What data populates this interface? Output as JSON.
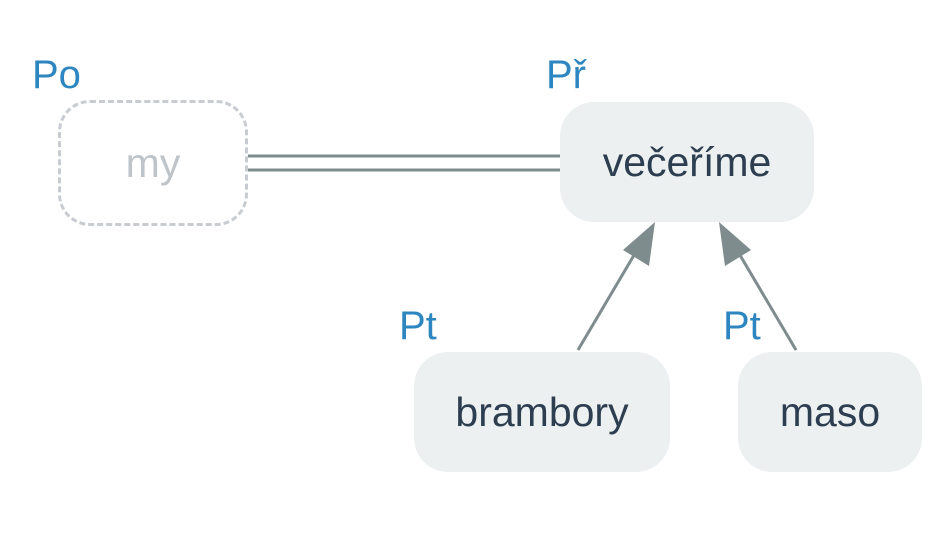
{
  "nodes": {
    "my": {
      "label": "my",
      "role": "Po"
    },
    "vecerime": {
      "label": "večeříme",
      "role": "Př"
    },
    "brambory": {
      "label": "brambory",
      "role": "Pt"
    },
    "maso": {
      "label": "maso",
      "role": "Pt"
    }
  },
  "colors": {
    "edge": "#7f8c8d",
    "tag": "#2e86c1",
    "node_fill": "#ecf0f1",
    "node_text": "#2c3e50",
    "ghost_text": "#bfc4c8"
  }
}
